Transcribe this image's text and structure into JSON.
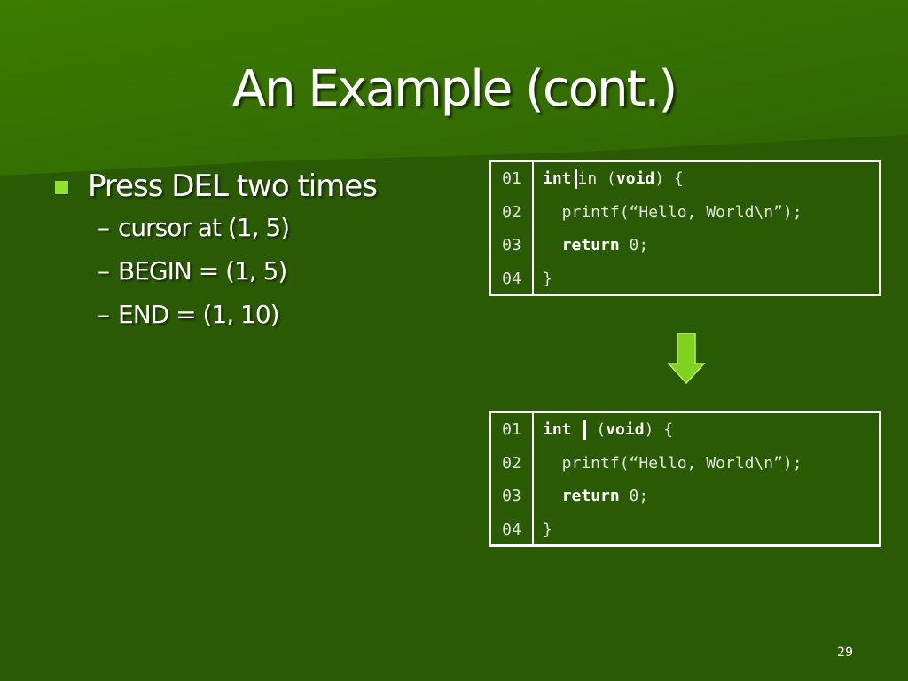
{
  "slide": {
    "title": "An Example (cont.)",
    "page_number": "29",
    "colors": {
      "background": "#2b5a05",
      "bullet": "#92e22a",
      "arrow": "#7fd21f"
    }
  },
  "bullets": {
    "main": "Press DEL two times",
    "subs": [
      "cursor at (1, 5)",
      "BEGIN = (1, 5)",
      "END = (1, 10)"
    ],
    "dash": "–"
  },
  "code_before": {
    "line_numbers": [
      "01",
      "02",
      "03",
      "04"
    ],
    "line1": {
      "kw1": "int",
      "ident": "in",
      "paren_open": " (",
      "kw2": "void",
      "rest": ") {"
    },
    "line2": "  printf(“Hello, World\\n”);",
    "line3": {
      "indent": "  ",
      "kw": "return",
      "rest": " 0;"
    },
    "line4": "}"
  },
  "code_after": {
    "line_numbers": [
      "01",
      "02",
      "03",
      "04"
    ],
    "line1": {
      "kw1": "int",
      "paren_open": " (",
      "kw2": "void",
      "rest": ") {"
    },
    "line2": "  printf(“Hello, World\\n”);",
    "line3": {
      "indent": "  ",
      "kw": "return",
      "rest": " 0;"
    },
    "line4": "}"
  },
  "arrow": {
    "icon": "down-arrow-icon"
  }
}
